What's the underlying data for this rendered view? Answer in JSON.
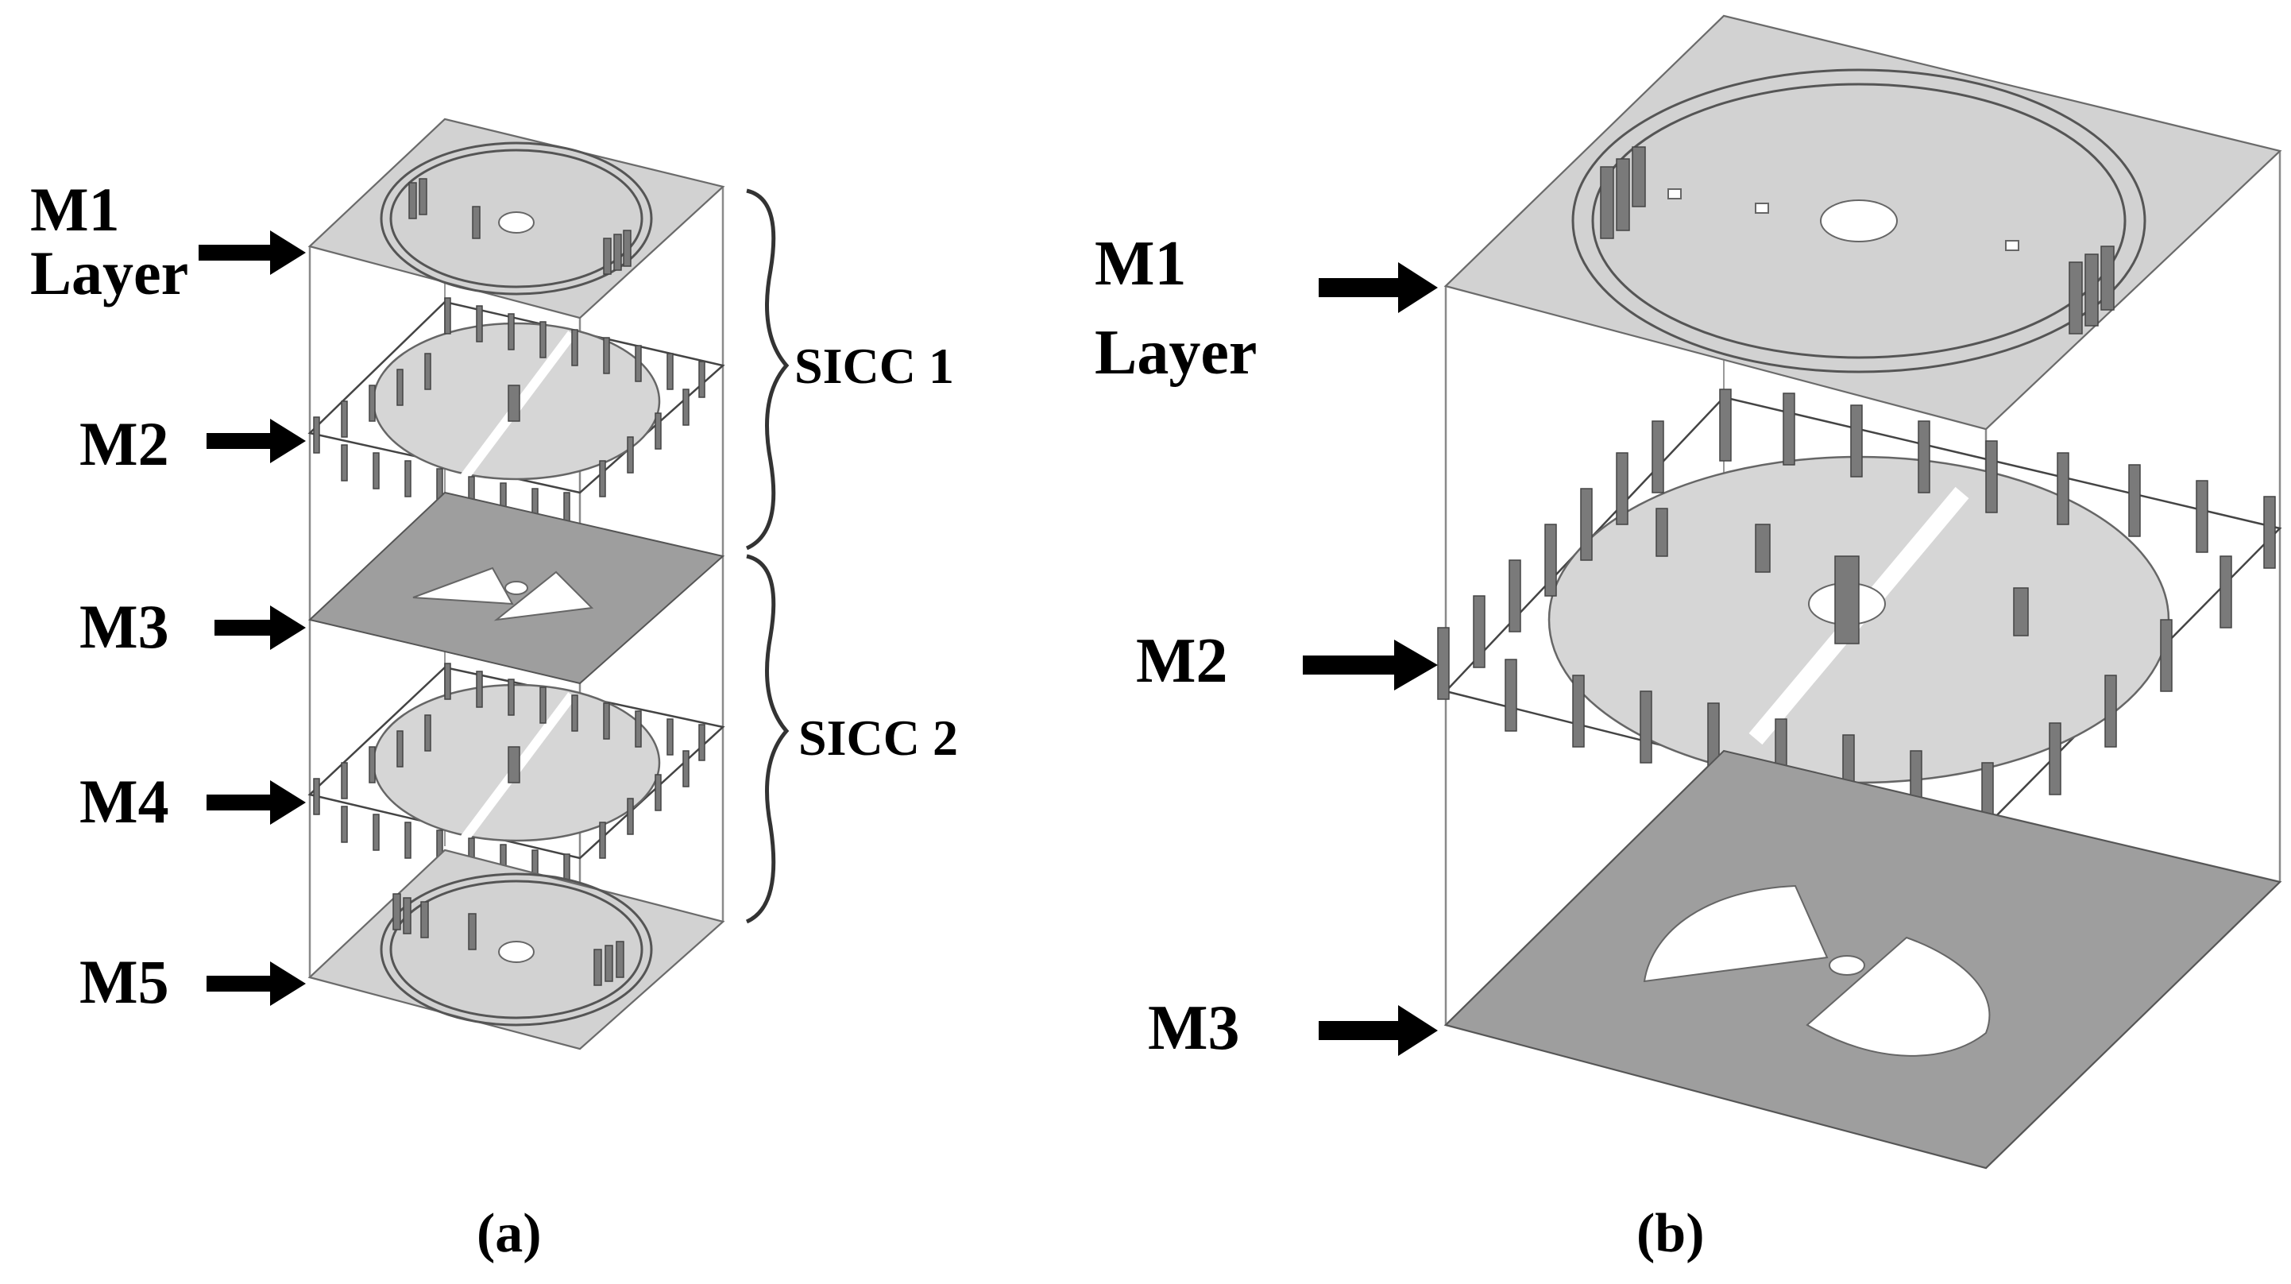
{
  "panel_a": {
    "labels": {
      "m1_line1": "M1",
      "m1_line2": "Layer",
      "m2": "M2",
      "m3": "M3",
      "m4": "M4",
      "m5": "M5"
    },
    "braces": {
      "sicc1": "SICC 1",
      "sicc2": "SICC 2"
    },
    "caption": "(a)"
  },
  "panel_b": {
    "labels": {
      "m1_line1": "M1",
      "m1_line2": "Layer",
      "m2": "M2",
      "m3": "M3"
    },
    "caption": "(b)"
  },
  "colors": {
    "light_layer": "#d2d2d2",
    "dark_ground": "#9e9e9e",
    "via": "#7a7a7a"
  }
}
